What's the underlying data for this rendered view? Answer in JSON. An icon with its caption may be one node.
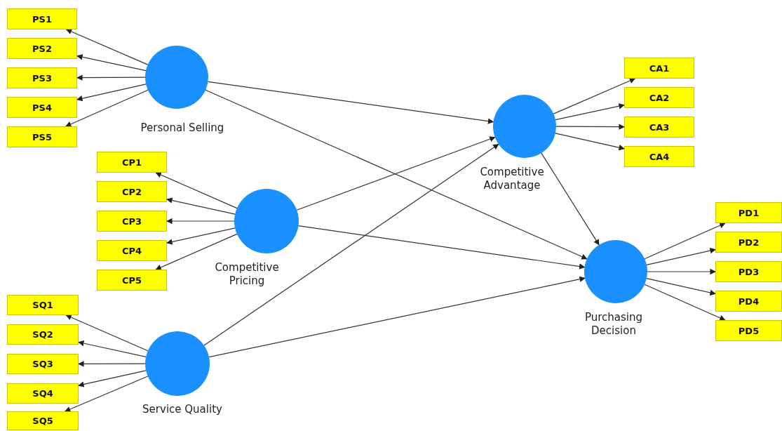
{
  "diagram": {
    "nodes": [
      {
        "text": [
          "PS1"
        ]
      },
      {
        "text": [
          "PS2"
        ]
      },
      {
        "text": [
          "PS3"
        ]
      },
      {
        "text": [
          "PS4"
        ]
      },
      {
        "text": [
          "PS5"
        ]
      },
      {
        "text": [],
        "shape": "circle",
        "beside": [
          "Personal Selling"
        ]
      },
      {
        "text": [
          "CA1"
        ]
      },
      {
        "text": [
          "CA2"
        ]
      },
      {
        "text": [
          "CA3"
        ]
      },
      {
        "text": [
          "CA4"
        ]
      },
      {
        "text": [],
        "shape": "circle",
        "beside": [
          "Competitive Advantage"
        ]
      },
      {
        "text": [
          "CP1"
        ]
      },
      {
        "text": [
          "CP2"
        ]
      },
      {
        "text": [
          "CP3"
        ]
      },
      {
        "text": [
          "CP4"
        ]
      },
      {
        "text": [
          "CP5"
        ]
      },
      {
        "text": [],
        "shape": "circle",
        "beside": [
          "Competitive Pricing"
        ]
      },
      {
        "text": [
          "PD1"
        ]
      },
      {
        "text": [
          "PD2"
        ]
      },
      {
        "text": [
          "PD3"
        ]
      },
      {
        "text": [
          "PD4"
        ]
      },
      {
        "text": [
          "PD5"
        ]
      },
      {
        "text": [],
        "shape": "circle",
        "beside": [
          "Purchasing Decision"
        ]
      },
      {
        "text": [
          "SQ1"
        ]
      },
      {
        "text": [
          "SQ2"
        ]
      },
      {
        "text": [
          "SQ3"
        ]
      },
      {
        "text": [
          "SQ4"
        ]
      },
      {
        "text": [
          "SQ5"
        ]
      },
      {
        "text": [],
        "shape": "circle",
        "beside": [
          "Service Quality"
        ]
      }
    ],
    "edges": [
      {
        "from": 5,
        "to": 0,
        "arrow": "to"
      },
      {
        "from": 5,
        "to": 1,
        "arrow": "to"
      },
      {
        "from": 5,
        "to": 2,
        "arrow": "to"
      },
      {
        "from": 5,
        "to": 3,
        "arrow": "to"
      },
      {
        "from": 5,
        "to": 4,
        "arrow": "to"
      },
      {
        "from": 5,
        "to": 10,
        "arrow": "to"
      },
      {
        "from": 5,
        "to": 22,
        "arrow": "to"
      },
      {
        "from": 10,
        "to": 6,
        "arrow": "to"
      },
      {
        "from": 10,
        "to": 7,
        "arrow": "to"
      },
      {
        "from": 10,
        "to": 8,
        "arrow": "to"
      },
      {
        "from": 10,
        "to": 9,
        "arrow": "to"
      },
      {
        "from": 10,
        "to": 22,
        "arrow": "to"
      },
      {
        "from": 16,
        "to": 11,
        "arrow": "to"
      },
      {
        "from": 16,
        "to": 12,
        "arrow": "to"
      },
      {
        "from": 16,
        "to": 13,
        "arrow": "to"
      },
      {
        "from": 16,
        "to": 14,
        "arrow": "to"
      },
      {
        "from": 16,
        "to": 15,
        "arrow": "to"
      },
      {
        "from": 16,
        "to": 10,
        "arrow": "to"
      },
      {
        "from": 16,
        "to": 22,
        "arrow": "to"
      },
      {
        "from": 22,
        "to": 17,
        "arrow": "to"
      },
      {
        "from": 22,
        "to": 18,
        "arrow": "to"
      },
      {
        "from": 22,
        "to": 19,
        "arrow": "to"
      },
      {
        "from": 22,
        "to": 20,
        "arrow": "to"
      },
      {
        "from": 22,
        "to": 21,
        "arrow": "to"
      },
      {
        "from": 28,
        "to": 23,
        "arrow": "to"
      },
      {
        "from": 28,
        "to": 24,
        "arrow": "to"
      },
      {
        "from": 28,
        "to": 25,
        "arrow": "to"
      },
      {
        "from": 28,
        "to": 26,
        "arrow": "to"
      },
      {
        "from": 28,
        "to": 27,
        "arrow": "to"
      },
      {
        "from": 28,
        "to": 10,
        "arrow": "to"
      },
      {
        "from": 28,
        "to": 22,
        "arrow": "to"
      }
    ]
  }
}
